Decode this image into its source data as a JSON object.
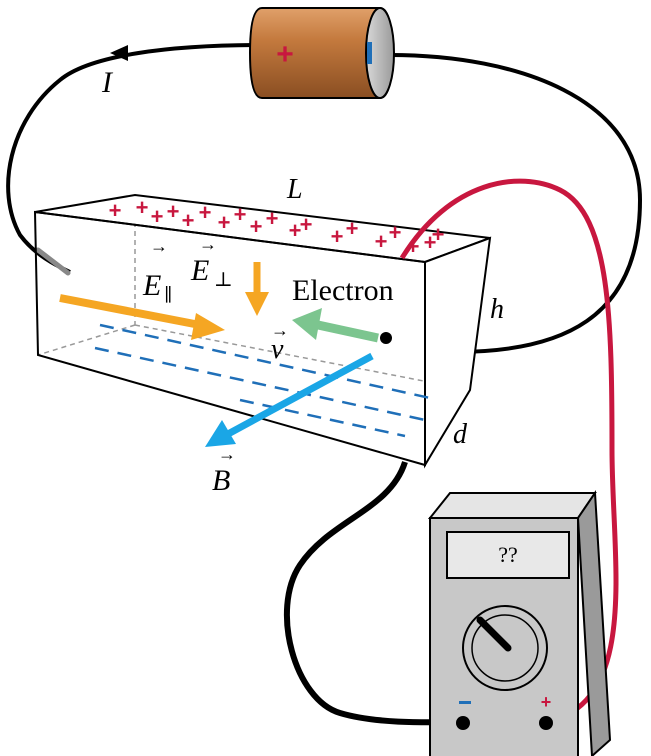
{
  "labels": {
    "current": "I",
    "length": "L",
    "height": "h",
    "depth": "d",
    "e_parallel": "E",
    "e_parallel_sub": "∥",
    "e_perp": "E",
    "e_perp_sub": "⊥",
    "velocity": "v",
    "field_b": "B",
    "electron": "Electron",
    "meter_display": "??",
    "battery_plus": "+",
    "battery_minus": "−",
    "meter_minus": "−",
    "meter_plus": "+"
  },
  "colors": {
    "wire": "#000000",
    "probe_red": "#c8173f",
    "plus_charge": "#c8173f",
    "minus_charge": "#1f6fb8",
    "e_field": "#f5a623",
    "velocity": "#7cc58f",
    "b_field": "#1aa6e6",
    "battery": "#c47a3e",
    "meter_body": "#c8c8c8"
  }
}
